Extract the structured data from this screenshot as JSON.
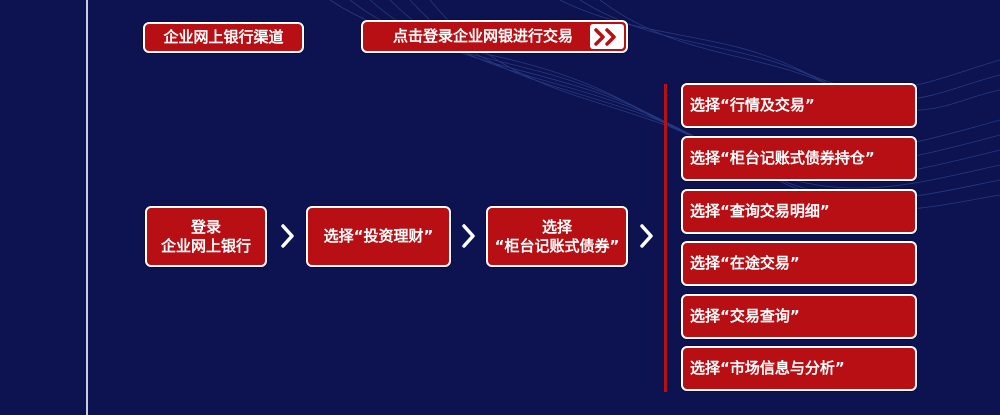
{
  "header": {
    "channel_label": "企业网上银行渠道",
    "cta_label": "点击登录企业网银进行交易",
    "cta_icon": "double-chevron-right-icon"
  },
  "steps": [
    {
      "line1": "登录",
      "line2": "企业网上银行"
    },
    {
      "line1": "选择“投资理财”",
      "line2": ""
    },
    {
      "line1": "选择",
      "line2": "“柜台记账式债券”"
    }
  ],
  "options": [
    "选择“行情及交易”",
    "选择“柜台记账式债券持仓”",
    "选择“查询交易明细”",
    "选择“在途交易”",
    "选择“交易查询”",
    "选择“市场信息与分析”"
  ],
  "colors": {
    "background": "#0d1250",
    "button_red": "#b80f14",
    "border": "#ffffff"
  }
}
